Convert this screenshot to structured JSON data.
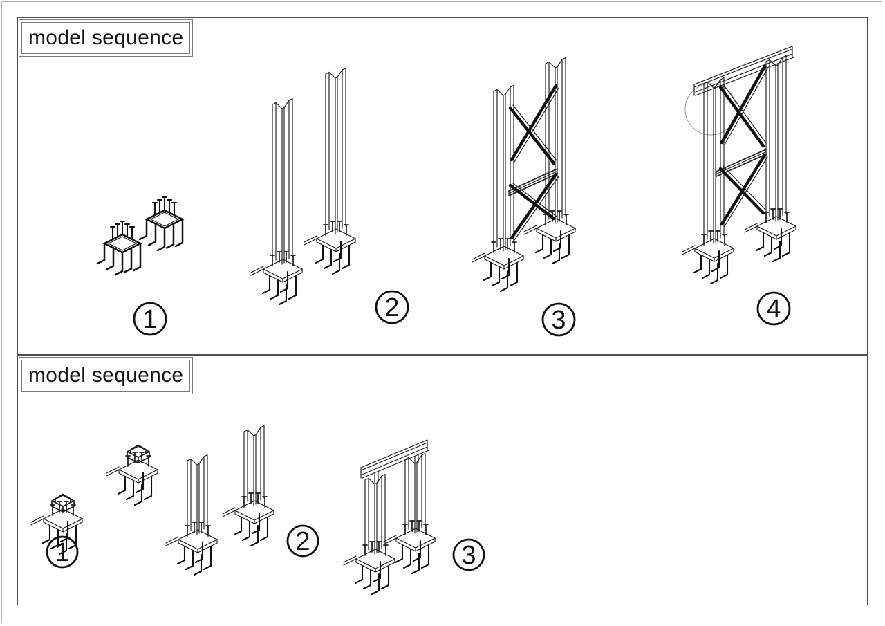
{
  "panels": [
    {
      "title": "model sequence",
      "steps": [
        {
          "label": "1",
          "name": "anchor-bolt-groups"
        },
        {
          "label": "2",
          "name": "free-standing-columns"
        },
        {
          "label": "3",
          "name": "columns-with-cross-bracing"
        },
        {
          "label": "4",
          "name": "completed-frame-with-top-beam"
        }
      ]
    },
    {
      "title": "model sequence",
      "steps": [
        {
          "label": "1",
          "name": "base-plate-assemblies"
        },
        {
          "label": "2",
          "name": "short-columns"
        },
        {
          "label": "3",
          "name": "portal-frame-with-top-beam"
        }
      ]
    }
  ],
  "colors": {
    "line": "#1c1c1c",
    "panel_border": "#4f4f4f",
    "sheet_border": "#b3b3b3",
    "detail_circle": "#9a9a9a",
    "background": "#ffffff"
  }
}
